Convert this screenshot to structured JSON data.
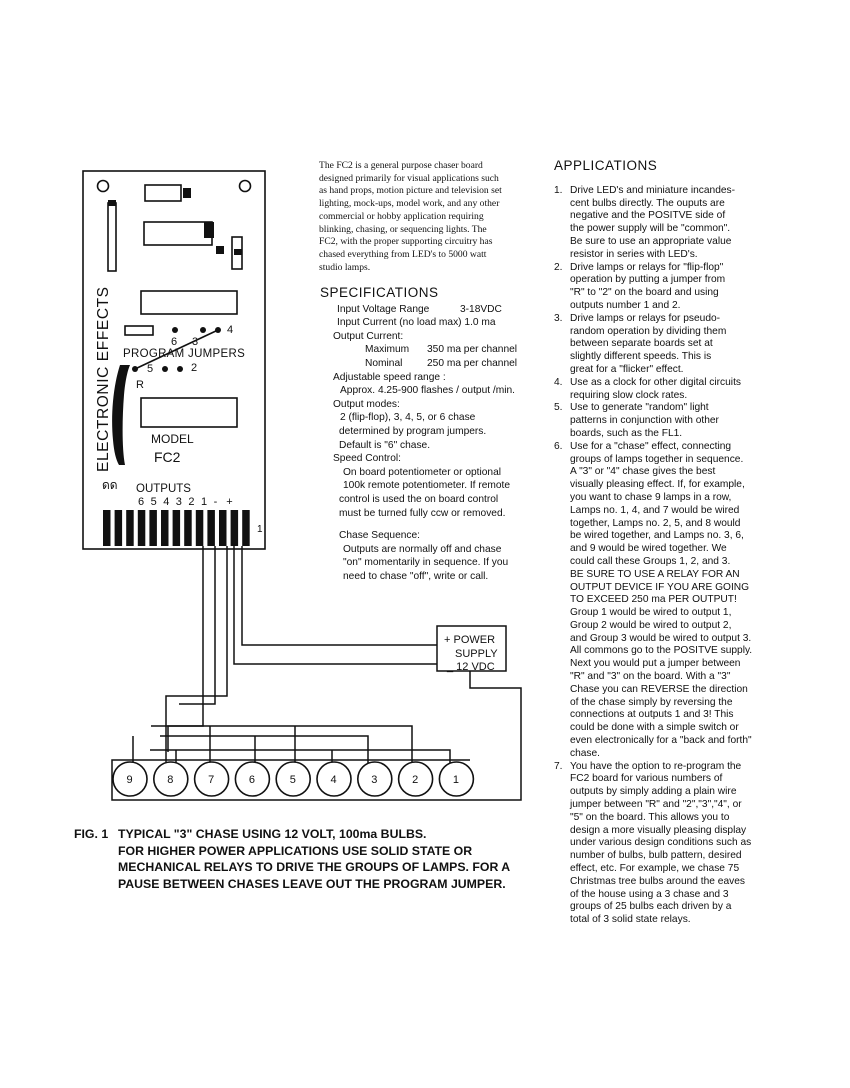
{
  "diagram": {
    "brand": "ELECTRONIC EFFECTS",
    "jumpers": {
      "label": "PROGRAM JUMPERS",
      "pins": [
        "6",
        "3",
        "4",
        "5",
        "2",
        "R"
      ]
    },
    "model_label": "MODEL",
    "model_name": "FC2",
    "outputs_label": "OUTPUTS",
    "output_pins": [
      "6",
      "5",
      "4",
      "3",
      "2",
      "1",
      "-",
      "+"
    ],
    "terminal_mark": "1",
    "power_supply": [
      "+ POWER",
      "SUPPLY",
      "_ 12 VDC"
    ],
    "bulbs": [
      "9",
      "8",
      "7",
      "6",
      "5",
      "4",
      "3",
      "2",
      "1"
    ]
  },
  "intro": [
    "The FC2 is a general purpose chaser board",
    "designed primarily for visual applications such",
    "as hand props, motion picture and television set",
    "lighting, mock-ups, model work, and any other",
    "commercial or hobby application requiring",
    "blinking, chasing, or sequencing lights.  The",
    "FC2, with the proper supporting circuitry has",
    "chased everything from LED's to 5000 watt",
    "studio lamps."
  ],
  "specs": {
    "heading": "SPECIFICATIONS",
    "input_voltage": {
      "label": "Input Voltage Range",
      "value": "3-18VDC"
    },
    "input_current": {
      "label": "Input Current (no load max)",
      "value": "1.0 ma"
    },
    "output_current_label": "Output Current:",
    "maximum": {
      "label": "Maximum",
      "value": "350 ma per channel"
    },
    "nominal": {
      "label": "Nominal",
      "value": "250 ma per channel"
    },
    "speed_range_label": "Adjustable speed range :",
    "speed_range_value": "Approx. 4.25-900 flashes / output /min.",
    "output_modes_label": "Output modes:",
    "output_modes_lines": [
      "2 (flip-flop), 3, 4, 5, or 6 chase",
      "determined by program jumpers.",
      "Default is \"6\" chase."
    ],
    "speed_control_label": "Speed Control:",
    "speed_control_lines": [
      "On board potentiometer or optional",
      "100k remote potentiometer.  If remote",
      "control is used the on board control",
      "must be turned fully ccw or removed."
    ],
    "chase_sequence_label": "Chase  Sequence:",
    "chase_sequence_lines": [
      "Outputs are normally off and chase",
      "\"on\" momentarily in sequence. If you",
      "need to chase \"off\", write  or call."
    ]
  },
  "applications": {
    "heading": "APPLICATIONS",
    "items": [
      {
        "num": "1.",
        "lines": [
          "Drive LED's and miniature incandes-",
          "cent bulbs directly.  The ouputs are",
          "negative and the POSITVE side of",
          "the power supply will be \"common\".",
          "Be sure to use an appropriate value",
          "resistor in series with LED's."
        ]
      },
      {
        "num": "2.",
        "lines": [
          "Drive lamps or relays for \"flip-flop\"",
          " operation by putting a jumper from",
          " \"R\" to \"2\" on the board and using",
          " outputs number 1 and 2."
        ]
      },
      {
        "num": "3.",
        "lines": [
          "Drive lamps or relays for pseudo-",
          "random operation by dividing them",
          "between separate boards set at",
          "slightly different speeds.  This is",
          "great for a \"flicker\" effect."
        ]
      },
      {
        "num": "4.",
        "lines": [
          "Use as a clock for other digital circuits",
          "requiring slow clock rates."
        ]
      },
      {
        "num": "5.",
        "lines": [
          "Use to generate \"random\" light",
          "patterns in conjunction with other",
          "boards, such as the FL1."
        ]
      },
      {
        "num": "6.",
        "lines": [
          "Use for a \"chase\" effect, connecting",
          "groups of lamps together in sequence.",
          "A \"3\" or \"4\" chase gives the best",
          "visually pleasing effect.  If, for example,",
          "you want to chase 9 lamps in a row,",
          "Lamps no. 1, 4, and 7 would be wired",
          "together, Lamps  no. 2, 5, and 8 would",
          "be wired together, and Lamps no. 3, 6,",
          "and 9 would be wired together.  We",
          "could call these Groups 1, 2, and 3.",
          "BE SURE TO USE A RELAY FOR AN",
          "OUTPUT DEVICE IF YOU ARE GOING",
          "TO EXCEED 250 ma PER OUTPUT!",
          "Group 1 would be wired to output  1,",
          "Group 2 would be wired to output  2,",
          "and Group 3 would be wired to output 3.",
          "All commons go to the POSITVE supply.",
          "Next you would put a jumper between",
          "\"R\" and \"3\" on the board.  With a \"3\"",
          "Chase you can REVERSE the direction",
          "of the chase simply by reversing the",
          "connections at outputs 1 and 3!  This",
          "could be done with a simple switch or",
          "even electronically for a \"back and forth\"",
          "chase."
        ]
      },
      {
        "num": "7.",
        "lines": [
          " You have the  option to re-program the",
          "FC2 board for various numbers of",
          "outputs by simply adding a plain wire",
          "jumper between \"R\" and  \"2\",\"3\",\"4\", or",
          "\"5\" on the board. This allows you to",
          "design a more visually pleasing display",
          "under various design conditions such as",
          "number of bulbs, bulb pattern, desired",
          "effect, etc.  For example, we chase 75",
          "Christmas tree  bulbs around the eaves",
          "of the house using a 3 chase and 3",
          "groups of 25 bulbs each driven by a",
          "total of 3 solid state relays."
        ]
      }
    ]
  },
  "caption": {
    "fig": "FIG. 1",
    "line1": "TYPICAL \"3\" CHASE USING  12 VOLT, 100ma BULBS.",
    "line2": "FOR HIGHER POWER APPLICATIONS USE SOLID STATE OR",
    "line3": "MECHANICAL RELAYS TO DRIVE THE GROUPS OF LAMPS. FOR A",
    "line4": "PAUSE BETWEEN CHASES LEAVE OUT THE PROGRAM JUMPER."
  }
}
